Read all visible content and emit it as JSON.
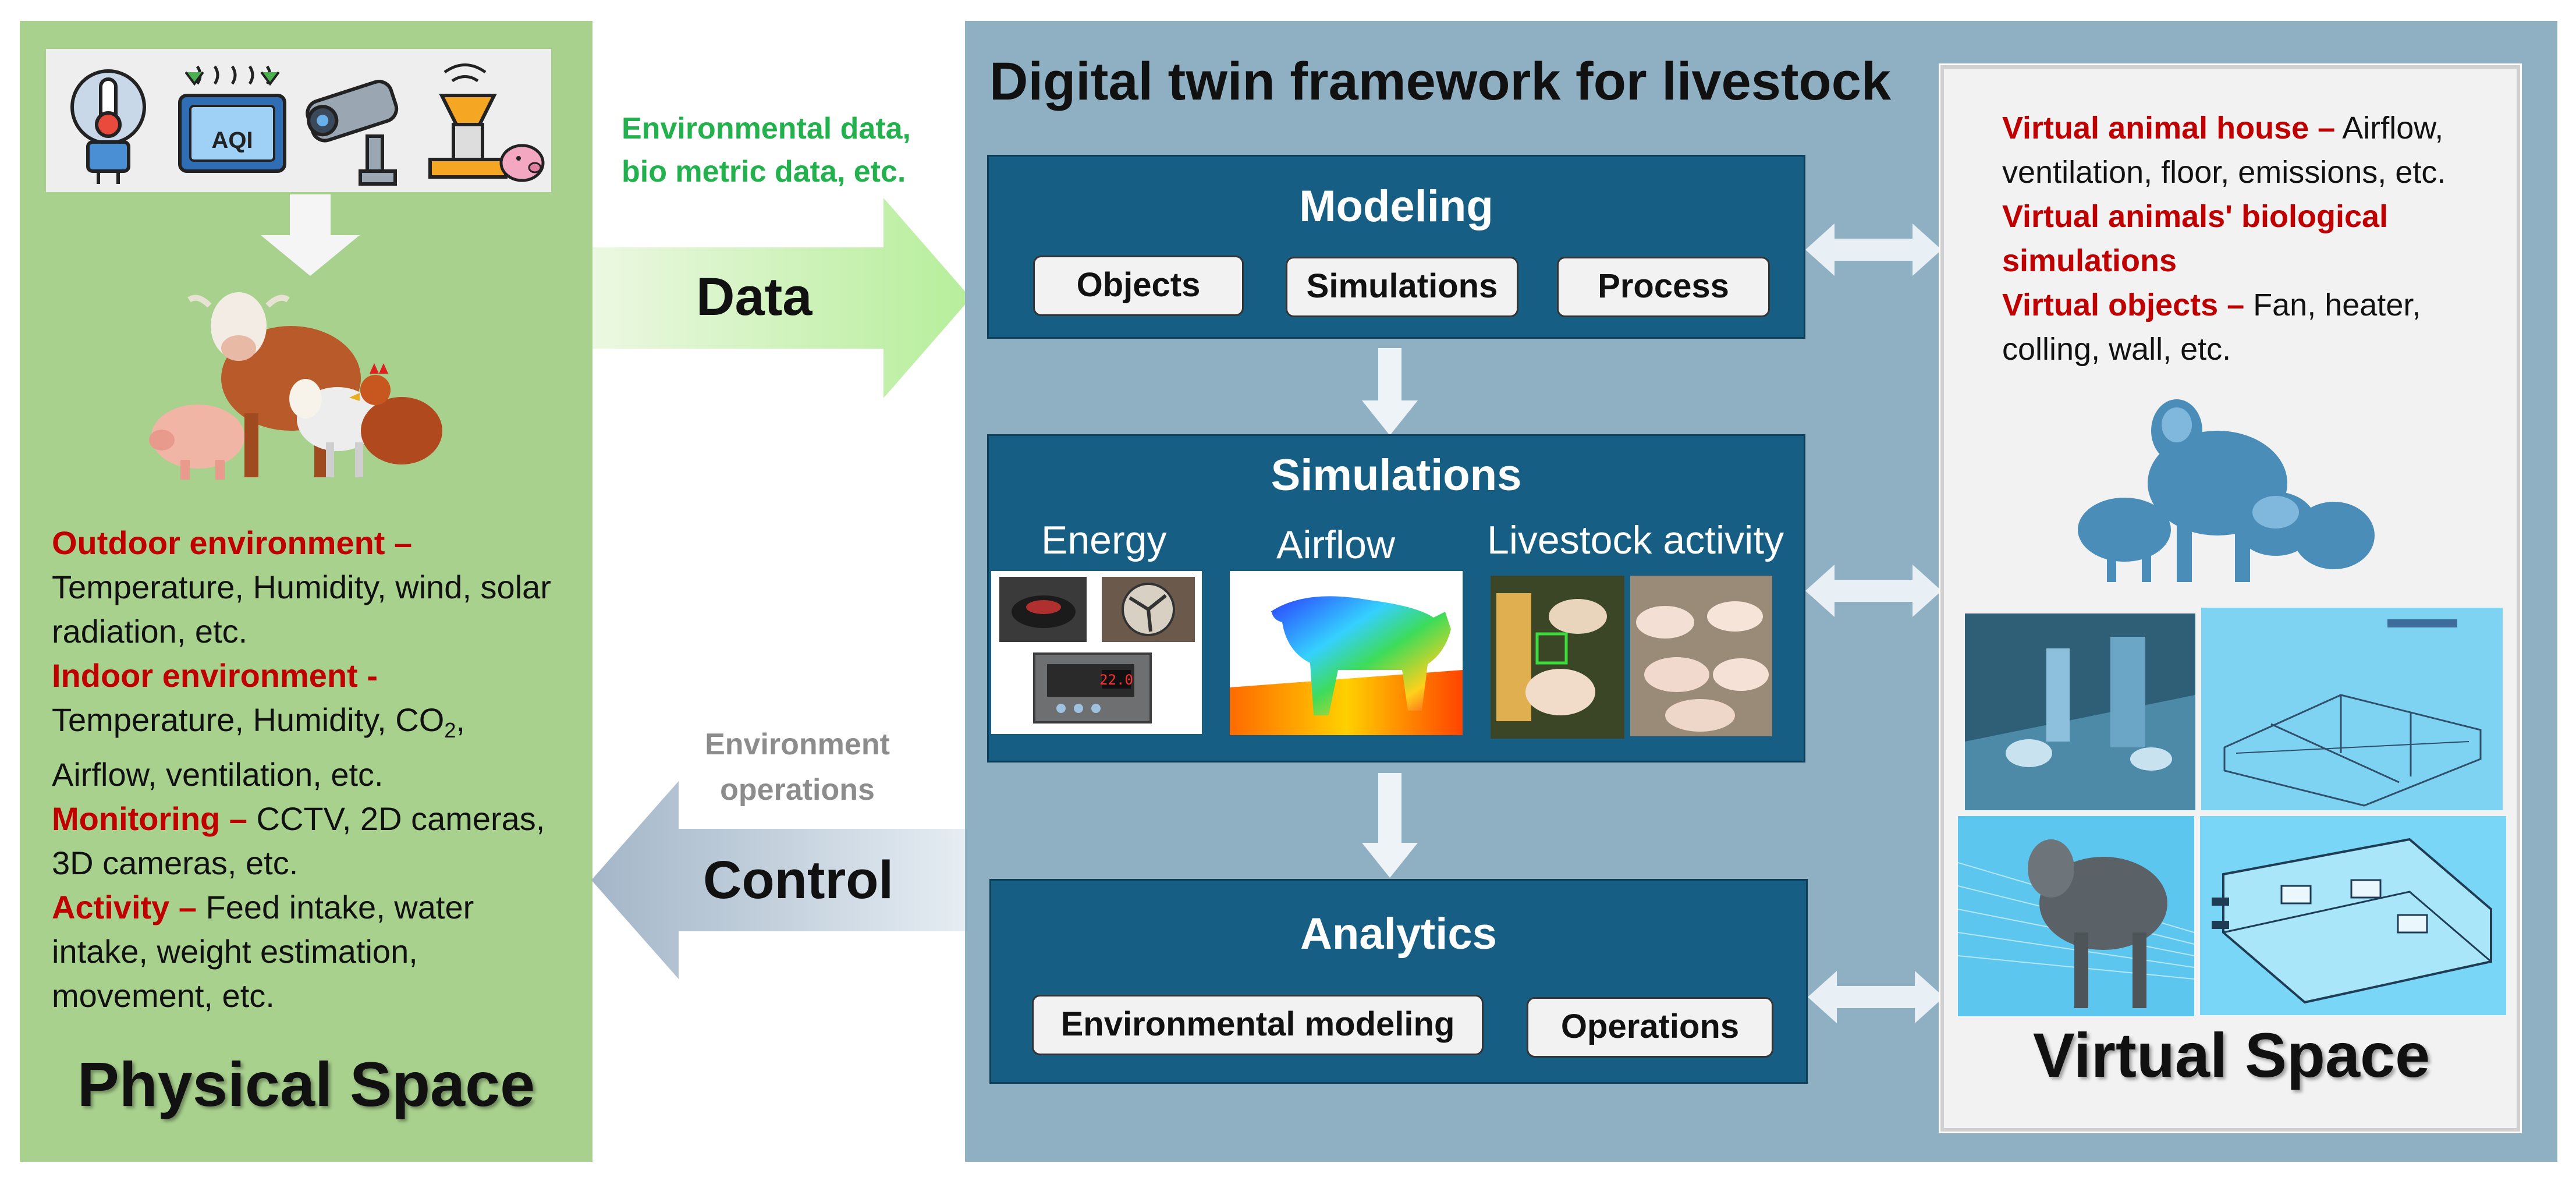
{
  "title": "Digital twin framework for livestock",
  "physical": {
    "title": "Physical Space",
    "icons": [
      "thermometer-sensor-icon",
      "air-quality-monitor-icon",
      "cctv-camera-icon",
      "feeder-icon"
    ],
    "items": [
      {
        "head": "Outdoor environment –",
        "text": "Temperature, Humidity, wind, solar radiation, etc."
      },
      {
        "head": "Indoor environment  -",
        "text_pre": "Temperature, Humidity, CO",
        "text_sub": "2",
        "text_post": ", Airflow, ventilation, etc."
      },
      {
        "head": "Monitoring –",
        "text": " CCTV, 2D cameras, 3D cameras, etc."
      },
      {
        "head": "Activity –",
        "text": " Feed intake, water intake, weight estimation, movement, etc."
      }
    ]
  },
  "data_flow": {
    "caption_line1": "Environmental data,",
    "caption_line2": "bio metric data, etc.",
    "label": "Data"
  },
  "control_flow": {
    "caption_line1": "Environment",
    "caption_line2": "operations",
    "label": "Control"
  },
  "modeling": {
    "title": "Modeling",
    "pills": [
      "Objects",
      "Simulations",
      "Process"
    ]
  },
  "simulations": {
    "title": "Simulations",
    "labels": [
      "Energy",
      "Airflow",
      "Livestock activity"
    ],
    "display_value": "22.0"
  },
  "analytics": {
    "title": "Analytics",
    "pills": [
      "Environmental modeling",
      "Operations"
    ]
  },
  "virtual": {
    "title": "Virtual Space",
    "items": [
      {
        "head": "Virtual animal house –",
        "text": " Airflow, ventilation, floor, emissions, etc."
      },
      {
        "head": "Virtual animals' biological simulations",
        "text": ""
      },
      {
        "head": "Virtual objects –",
        "text": " Fan, heater, colling, wall, etc."
      }
    ]
  },
  "colors": {
    "physical_bg": "#a9d18e",
    "twin_bg": "#8fb0c3",
    "box_bg": "#165e83",
    "highlight_red": "#c00000",
    "caption_green": "#22b14c"
  }
}
